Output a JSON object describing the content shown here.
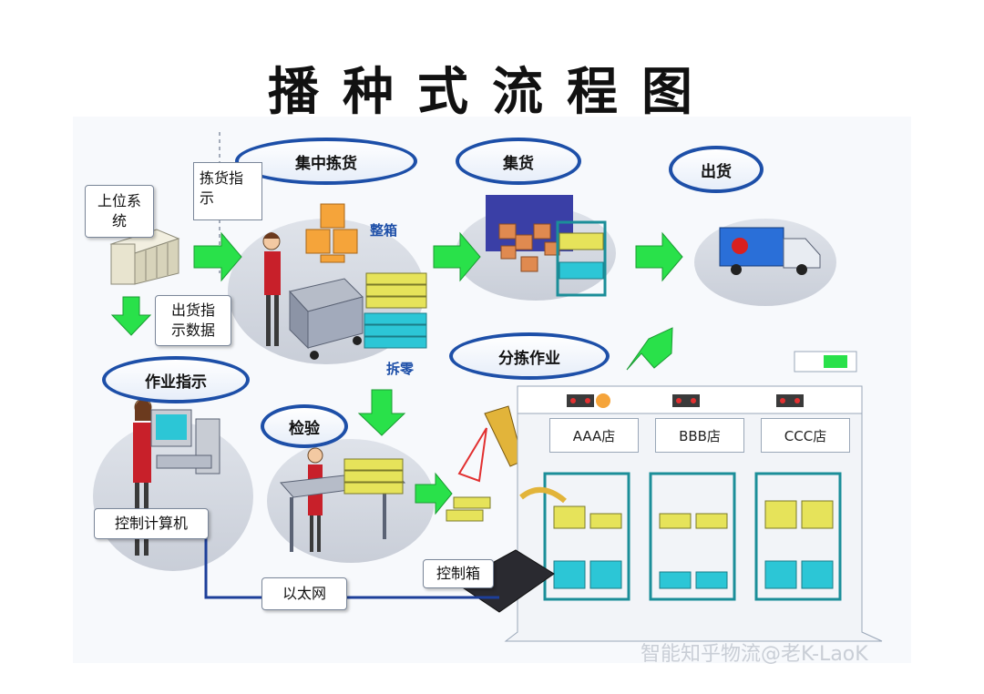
{
  "title": "播种式流程图",
  "nodes": {
    "central_picking": "集中拣货",
    "collection": "集货",
    "shipping": "出货",
    "sorting": "分拣作业",
    "work_instruction": "作业指示",
    "inspection": "检验",
    "control_computer": "控制计算机",
    "control_box": "控制箱",
    "ethernet": "以太网",
    "host_system": "上位系统",
    "picking_instruction": "拣货指示",
    "shipping_data": "出货指示数据"
  },
  "labels": {
    "full_case": "整箱",
    "split_case": "拆零"
  },
  "stores": [
    "AAA店",
    "BBB店",
    "CCC店"
  ],
  "watermark": "智能知乎物流@老K-LaoK",
  "colors": {
    "oval_border": "#1d4fa8",
    "arrow_green": "#29e14a",
    "case_orange": "#f5a43a",
    "tote_yellow": "#e6e35a",
    "tote_cyan": "#2cc6d6",
    "worker_red": "#c8202a"
  }
}
